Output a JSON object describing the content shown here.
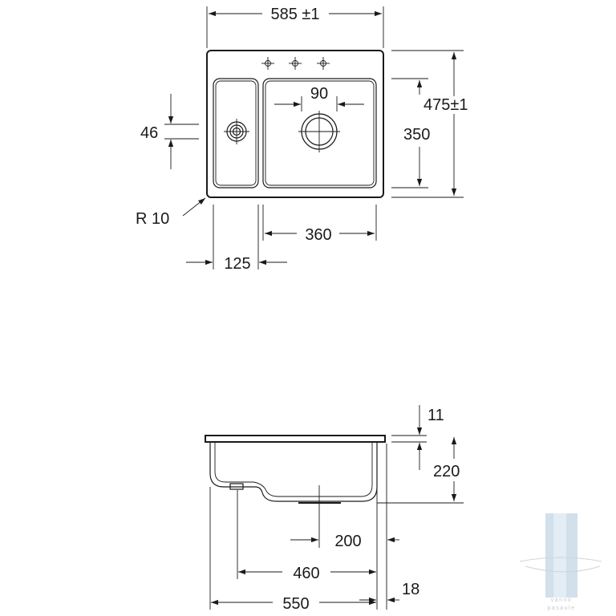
{
  "top_view": {
    "overall_width": "585 ±1",
    "overall_depth": "475±1",
    "bowl_depth": "350",
    "waste_diameter": "90",
    "small_waste_offset": "46",
    "corner_radius": "R 10",
    "main_bowl_width": "360",
    "small_bowl_width": "125"
  },
  "side_view": {
    "rim_thickness": "11",
    "bowl_height": "220",
    "waste_offset": "200",
    "inner_width": "460",
    "outer_width": "550",
    "edge_offset": "18"
  },
  "watermark": {
    "text_top": "vanno",
    "text_bottom": "pasaule",
    "color": "#c9dbe8"
  }
}
